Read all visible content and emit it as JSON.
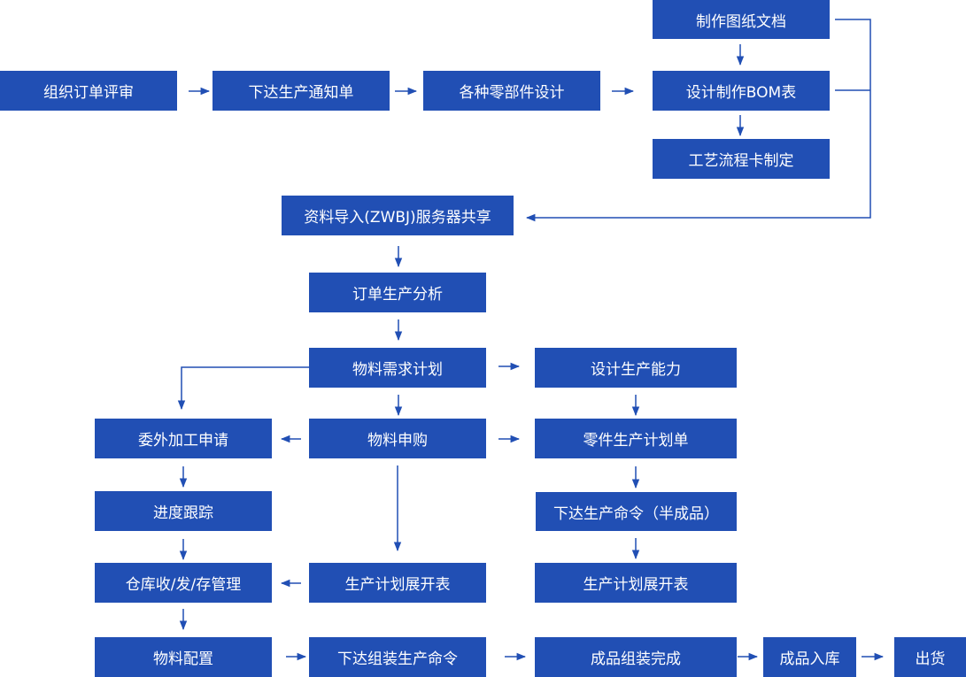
{
  "nodes": {
    "order_review": "组织订单评审",
    "issue_notice": "下达生产通知单",
    "parts_design": "各种零部件设计",
    "drawing_docs": "制作图纸文档",
    "bom": "设计制作BOM表",
    "process_card": "工艺流程卡制定",
    "server_share": "资料导入(ZWBJ)服务器共享",
    "order_analysis": "订单生产分析",
    "mrp": "物料需求计划",
    "capacity_design": "设计生产能力",
    "outsourcing_request": "委外加工申请",
    "purchase": "物料申购",
    "parts_plan": "零件生产计划单",
    "progress_tracking": "进度跟踪",
    "semi_order": "下达生产命令（半成品）",
    "warehouse_mgmt": "仓库收/发/存管理",
    "plan_sheet_left": "生产计划展开表",
    "plan_sheet_right": "生产计划展开表",
    "material_config": "物料配置",
    "assembly_order": "下达组装生产命令",
    "assembly_done": "成品组装完成",
    "finished_storage": "成品入库",
    "shipping": "出货"
  },
  "colors": {
    "node_fill": "#214fb4",
    "node_text": "#ffffff",
    "connector": "#214fb4"
  }
}
